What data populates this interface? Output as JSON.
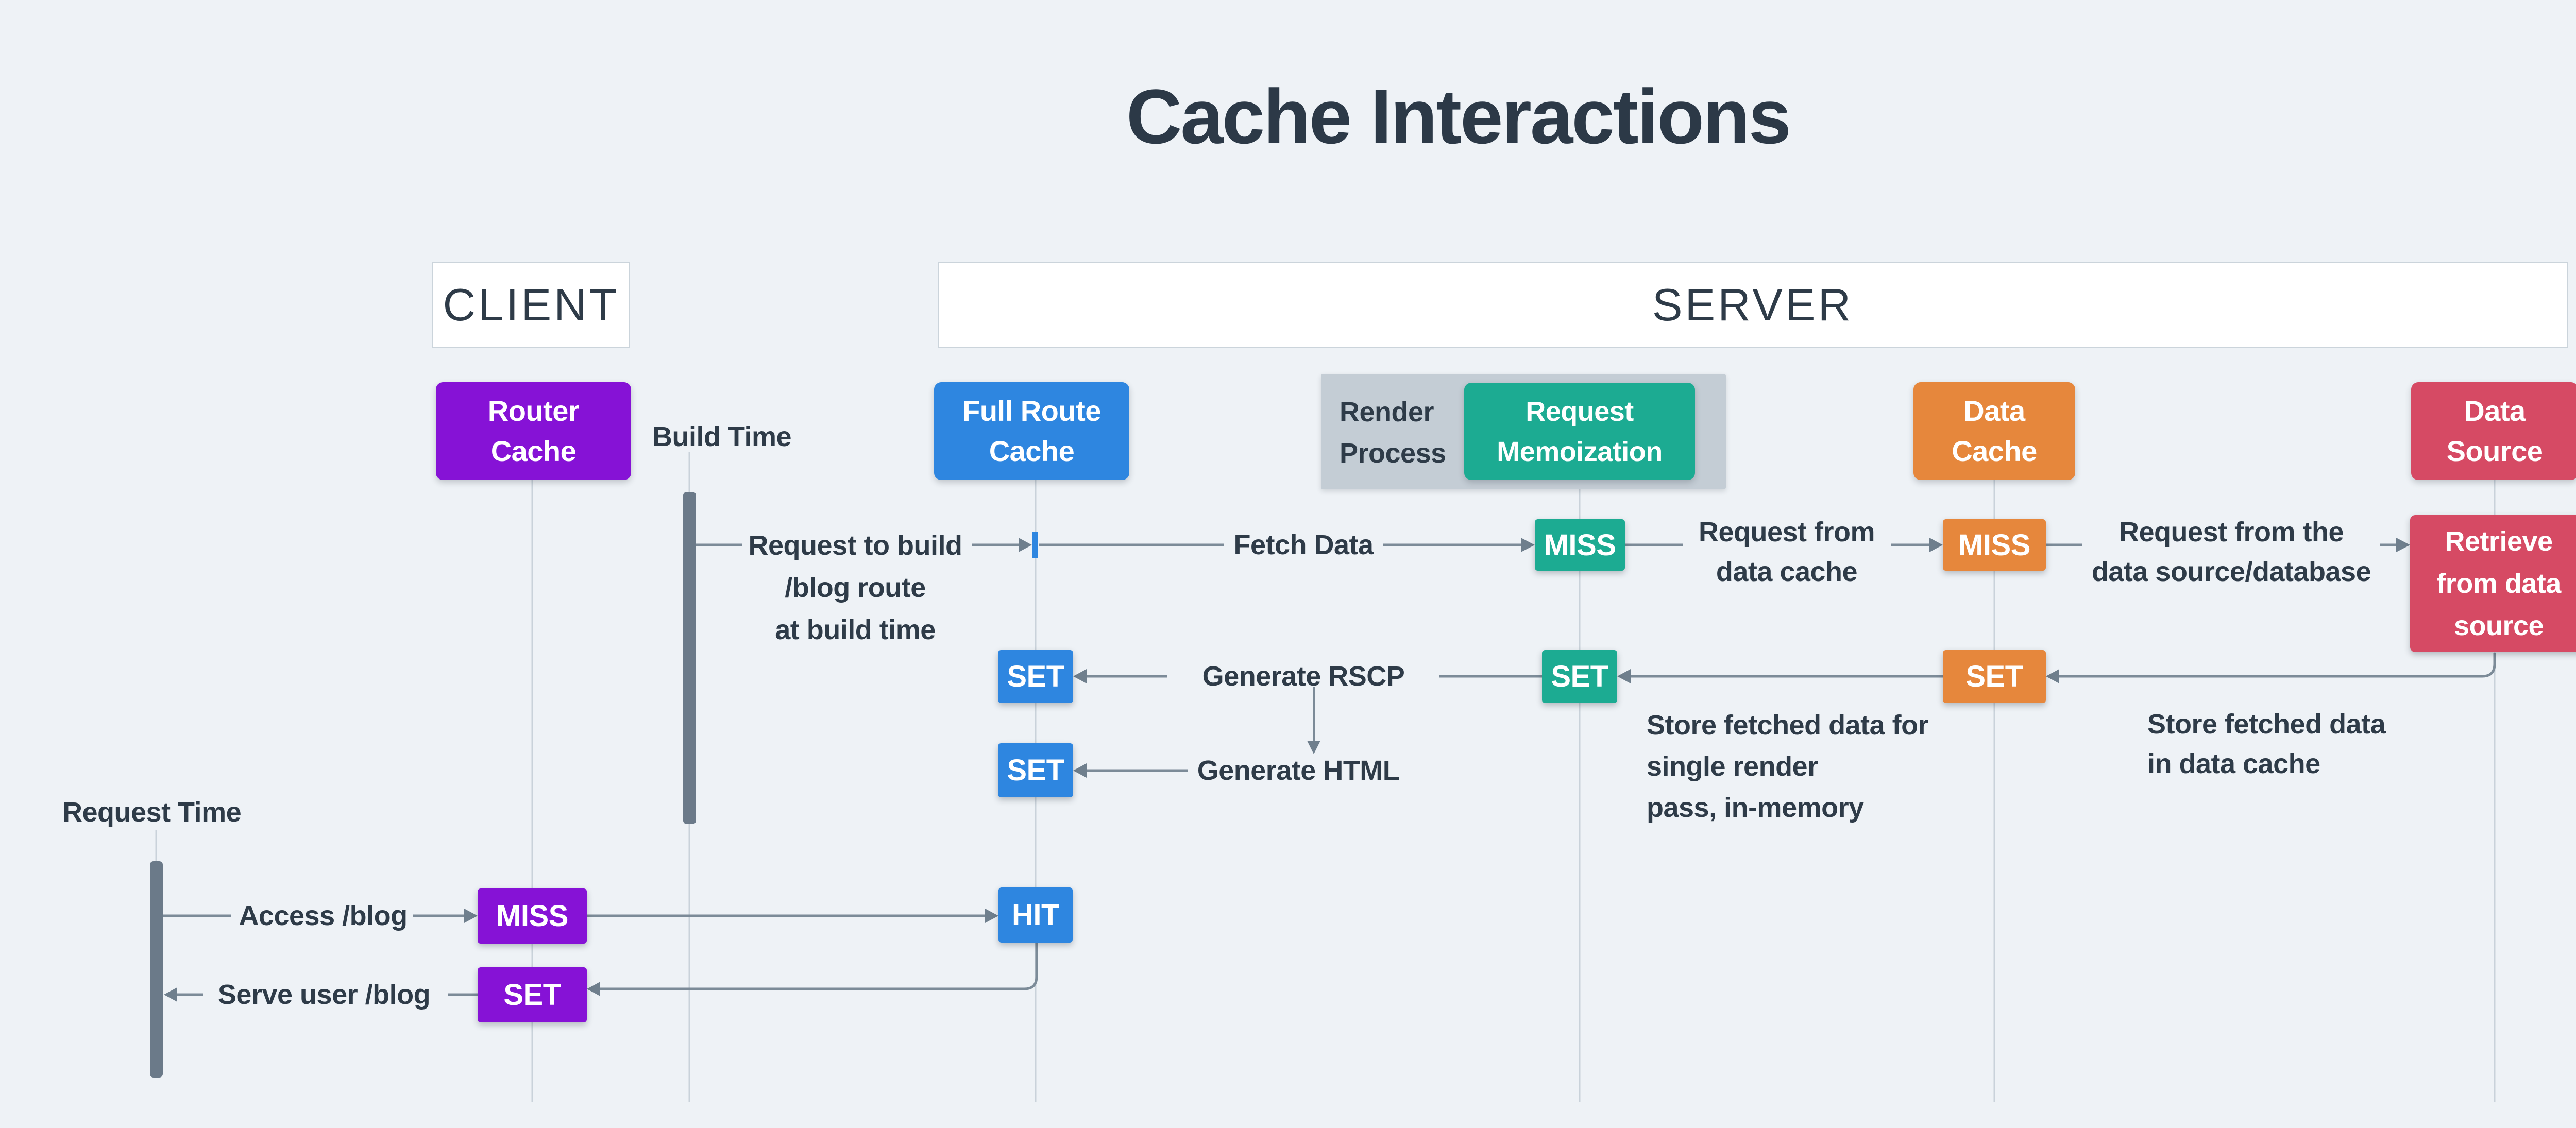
{
  "title": "Cache Interactions",
  "colors": {
    "background": "#EEF2F6",
    "text": "#2E3B48",
    "purple": "#8612D6",
    "blue": "#2E86E0",
    "teal": "#1CAB92",
    "orange": "#E6873C",
    "crimson": "#D64A64",
    "render_container": "#C4CDD5",
    "activation_bar": "#6B7A89",
    "arrow": "#7C8B98",
    "lifeline": "#C9D2DA"
  },
  "headers": {
    "client": "CLIENT",
    "server": "SERVER"
  },
  "actors": {
    "router_cache": {
      "line1": "Router",
      "line2": "Cache"
    },
    "full_route_cache": {
      "line1": "Full Route",
      "line2": "Cache"
    },
    "render_process": {
      "line1": "Render",
      "line2": "Process"
    },
    "request_memoization": {
      "line1": "Request",
      "line2": "Memoization"
    },
    "data_cache": {
      "line1": "Data",
      "line2": "Cache"
    },
    "data_source": {
      "line1": "Data",
      "line2": "Source"
    }
  },
  "timelines": {
    "build_time": "Build Time",
    "request_time": "Request Time"
  },
  "messages": {
    "request_to_build": {
      "line1": "Request to build",
      "line2": "/blog route",
      "line3": "at build time"
    },
    "fetch_data": "Fetch Data",
    "memoization_miss": "MISS",
    "request_from_data_cache": {
      "line1": "Request from",
      "line2": "data cache"
    },
    "data_cache_miss": "MISS",
    "request_from_data_source": {
      "line1": "Request from the",
      "line2": "data source/database"
    },
    "retrieve_from_data_source": {
      "line1": "Retrieve",
      "line2": "from data",
      "line3": "source"
    },
    "full_route_set_rscp": "SET",
    "generate_rscp": "Generate RSCP",
    "memoization_set": "SET",
    "data_cache_set": "SET",
    "generate_html": "Generate HTML",
    "full_route_set_html": "SET",
    "store_in_memory": {
      "line1": "Store fetched data for",
      "line2": "single render",
      "line3": "pass, in-memory"
    },
    "store_in_data_cache": {
      "line1": "Store fetched data",
      "line2": "in data cache"
    },
    "access_blog": "Access /blog",
    "router_miss": "MISS",
    "full_route_hit": "HIT",
    "serve_user_blog": "Serve user /blog",
    "router_set": "SET"
  }
}
